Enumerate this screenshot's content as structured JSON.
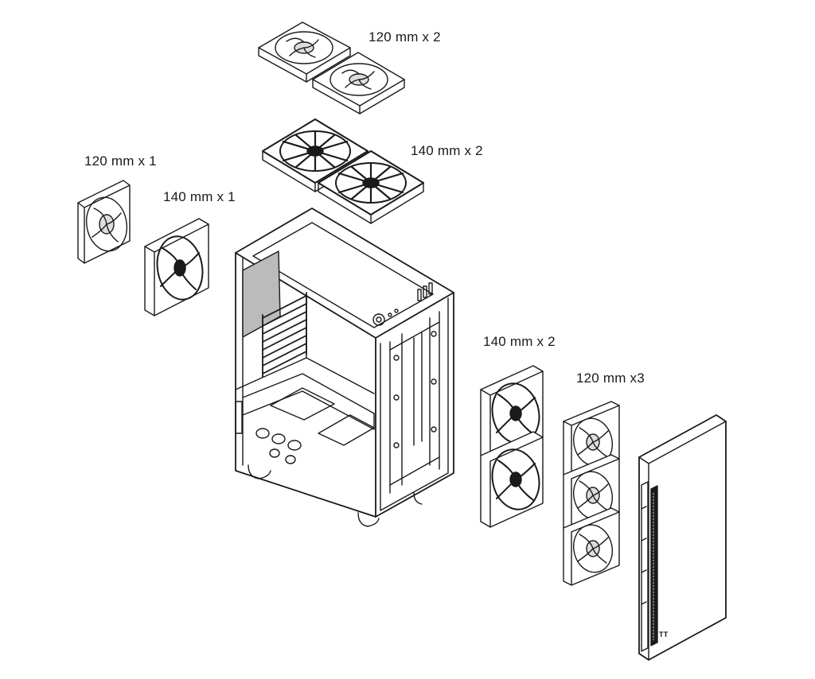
{
  "labels": {
    "top_fans": "120 mm x 2",
    "top_fans_large": "140 mm x 2",
    "rear_small": "120 mm x 1",
    "rear_large": "140 mm x 1",
    "front_large": "140 mm x 2",
    "front_small": "120 mm x3"
  },
  "logo_text": "TT",
  "colors": {
    "line": "#1a1a1a",
    "background": "#ffffff"
  }
}
